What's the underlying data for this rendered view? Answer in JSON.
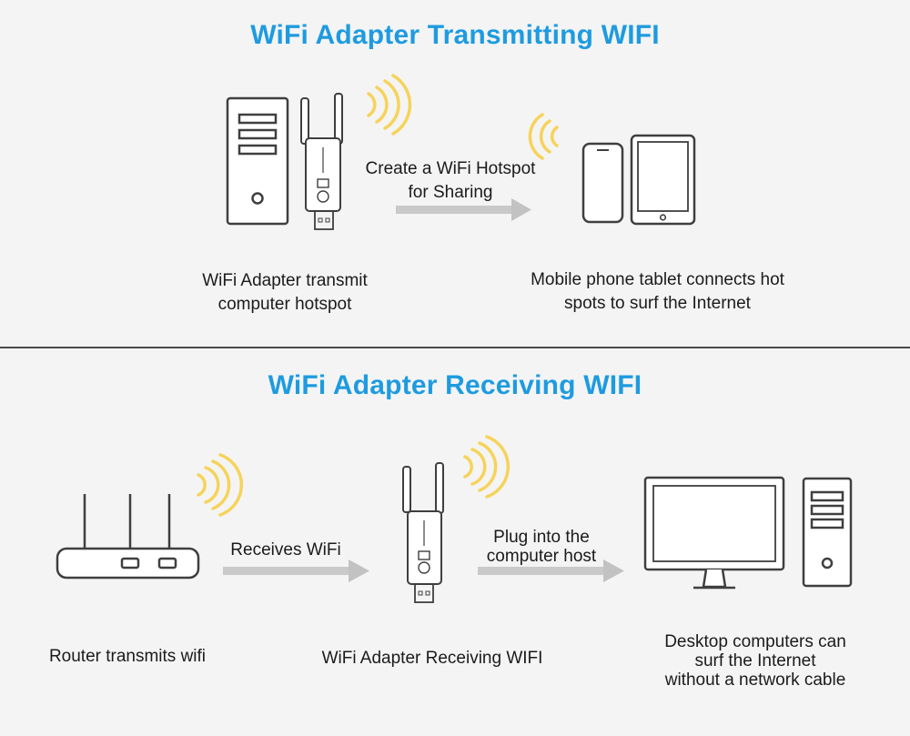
{
  "top": {
    "title": "WiFi Adapter Transmitting WIFI",
    "arrow_label": [
      "Create a WiFi Hotspot",
      "for Sharing"
    ],
    "left_caption": [
      "WiFi Adapter transmit",
      "computer hotspot"
    ],
    "right_caption": [
      "Mobile phone tablet connects hot",
      "spots to surf the Internet"
    ]
  },
  "bottom": {
    "title": "WiFi Adapter Receiving WIFI",
    "arrow1_label": "Receives WiFi",
    "arrow2_label": [
      "Plug into the",
      "computer host"
    ],
    "router_caption": "Router transmits wifi",
    "adapter_caption": "WiFi Adapter Receiving WIFI",
    "desktop_caption": [
      "Desktop computers can",
      "surf the Internet",
      "without a network cable"
    ]
  },
  "colors": {
    "title": "#1e9be0",
    "outline": "#3f3f3f",
    "arrow": "#c2c2c2",
    "signal": "#f6d35a"
  },
  "icons": [
    "pc-tower-icon",
    "wifi-adapter-icon",
    "wifi-signal-icon",
    "phone-icon",
    "tablet-icon",
    "router-icon",
    "monitor-icon",
    "arrow-icon"
  ]
}
